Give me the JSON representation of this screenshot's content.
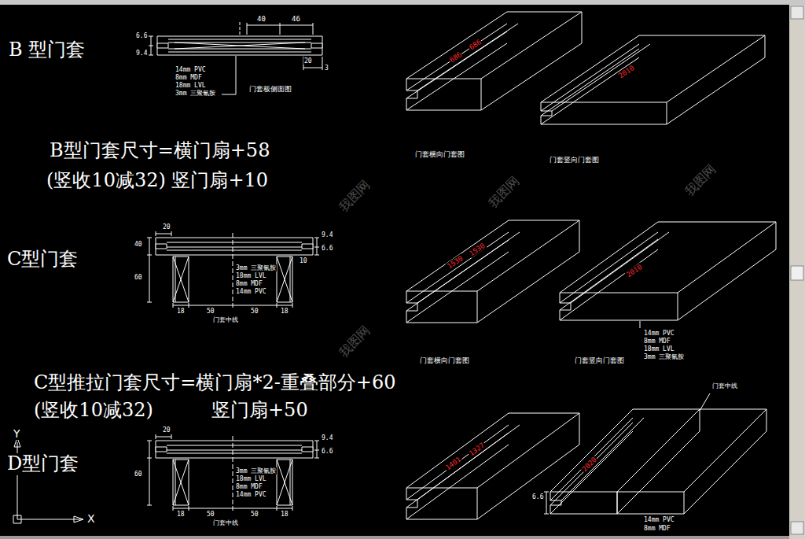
{
  "diagram": {
    "labels": [
      "B 型门套",
      "40",
      "46",
      "6.6",
      "9.4",
      "20",
      "3",
      "14mm PVC",
      "8mm MDF",
      "18mm LVL",
      "3mm 三聚氰胺",
      "门套板侧面图",
      "B型门套尺寸=横门扇+58",
      "(竖收10减32) 竖门扇+10",
      "686",
      "686",
      "2010",
      "门套横向门套图",
      "门套竖向门套图",
      "C型门套",
      "20",
      "40",
      "60",
      "9.4",
      "6.6",
      "10",
      "18",
      "50",
      "50",
      "18",
      "门套中线",
      "3mm 三聚氰胺",
      "18mm LVL",
      "8mm MDF",
      "14mm PVC",
      "1530",
      "1530",
      "2010",
      "14mm PVC",
      "8mm MDF",
      "18mm LVL",
      "3mm 三聚氰胺",
      "门套横向门套图",
      "门套竖向门套图",
      "C型推拉门套尺寸=横门扇*2-重叠部分+60",
      "(竖收10减32)",
      "竖门扇+50",
      "D型门套",
      "20",
      "9.4",
      "6.6",
      "60",
      "18",
      "50",
      "50",
      "18",
      "门套中线",
      "3mm 三聚氰胺",
      "18mm LVL",
      "8mm MDF",
      "14mm PVC",
      "1401",
      "1327",
      "2020",
      "门套中线",
      "6.6",
      "14mm PVC",
      "8mm MDF",
      "Y",
      "X",
      "我图网",
      "我图网",
      "我图网",
      "我图网"
    ]
  }
}
